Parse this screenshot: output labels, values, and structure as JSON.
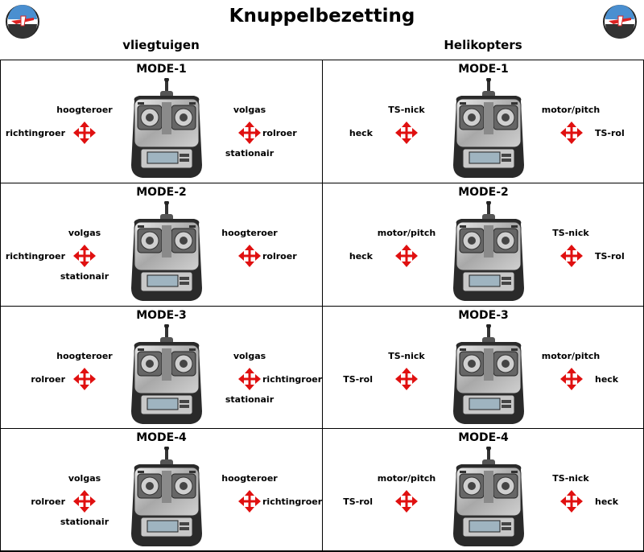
{
  "title": "Knuppelbezetting",
  "columns": {
    "left": "vliegtuigen",
    "right": "Helikopters"
  },
  "colors": {
    "arrow": "#e01010",
    "border": "#000000"
  },
  "icons": {
    "logo": "club-logo-icon",
    "arrow": "four-way-arrow-icon",
    "transmitter": "rc-transmitter-icon"
  },
  "modes": {
    "airplane": [
      {
        "mode": "MODE-1",
        "left_top": "hoogteroer",
        "left_side": "richtingroer",
        "left_bottom": "",
        "right_top": "volgas",
        "right_side": "rolroer",
        "right_bottom": "stationair"
      },
      {
        "mode": "MODE-2",
        "left_top": "volgas",
        "left_side": "richtingroer",
        "left_bottom": "stationair",
        "right_top": "hoogteroer",
        "right_side": "rolroer",
        "right_bottom": ""
      },
      {
        "mode": "MODE-3",
        "left_top": "hoogteroer",
        "left_side": "rolroer",
        "left_bottom": "",
        "right_top": "volgas",
        "right_side": "richtingroer",
        "right_bottom": "stationair"
      },
      {
        "mode": "MODE-4",
        "left_top": "volgas",
        "left_side": "rolroer",
        "left_bottom": "stationair",
        "right_top": "hoogteroer",
        "right_side": "richtingroer",
        "right_bottom": ""
      }
    ],
    "helicopter": [
      {
        "mode": "MODE-1",
        "left_top": "TS-nick",
        "left_side": "heck",
        "left_bottom": "",
        "right_top": "motor/pitch",
        "right_side": "TS-rol",
        "right_bottom": ""
      },
      {
        "mode": "MODE-2",
        "left_top": "motor/pitch",
        "left_side": "heck",
        "left_bottom": "",
        "right_top": "TS-nick",
        "right_side": "TS-rol",
        "right_bottom": ""
      },
      {
        "mode": "MODE-3",
        "left_top": "TS-nick",
        "left_side": "TS-rol",
        "left_bottom": "",
        "right_top": "motor/pitch",
        "right_side": "heck",
        "right_bottom": ""
      },
      {
        "mode": "MODE-4",
        "left_top": "motor/pitch",
        "left_side": "TS-rol",
        "left_bottom": "",
        "right_top": "TS-nick",
        "right_side": "heck",
        "right_bottom": ""
      }
    ]
  }
}
